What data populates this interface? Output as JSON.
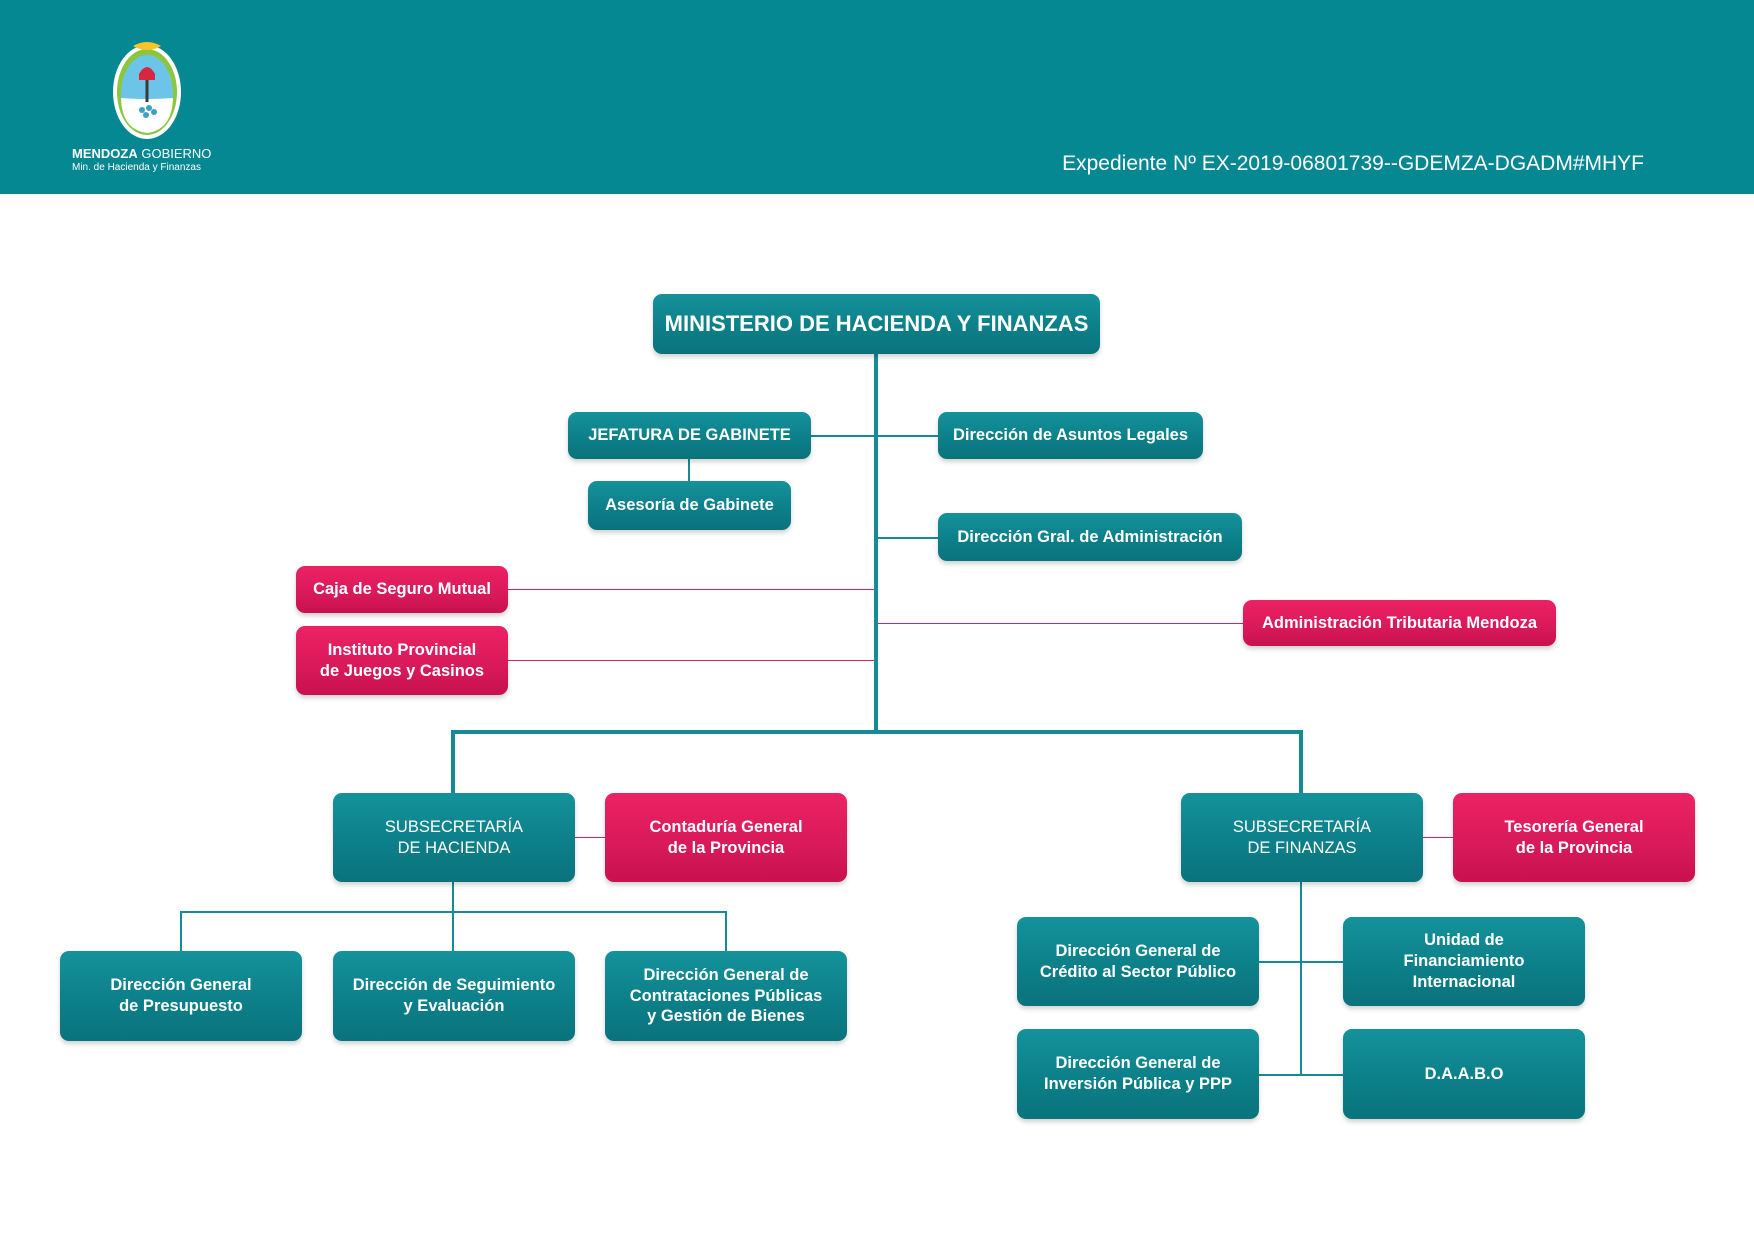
{
  "header": {
    "brand_strong": "MENDOZA",
    "brand_light": "GOBIERNO",
    "brand_sub": "Min. de Hacienda y Finanzas",
    "expediente": "Expediente Nº  EX-2019-06801739--GDEMZA-DGADM#MHYF",
    "background_color": "#058892"
  },
  "chart": {
    "root": "MINISTERIO DE HACIENDA Y FINANZAS",
    "jefatura": "JEFATURA DE  GABINETE",
    "asesoria": "Asesoría de Gabinete",
    "asuntos_legales": "Dirección de Asuntos Legales",
    "gral_administracion": "Dirección Gral. de Administración",
    "caja_seguro": "Caja de Seguro Mutual",
    "instituto_juegos_l1": "Instituto Provincial",
    "instituto_juegos_l2": "de Juegos y Casinos",
    "atm": "Administración Tributaria Mendoza",
    "sub_hacienda_l1": "SUBSECRETARÍA",
    "sub_hacienda_l2": "DE HACIENDA",
    "contaduria_l1": "Contaduría General",
    "contaduria_l2": "de la Provincia",
    "sub_finanzas_l1": "SUBSECRETARÍA",
    "sub_finanzas_l2": "DE FINANZAS",
    "tesoreria_l1": "Tesorería General",
    "tesoreria_l2": "de la Provincia",
    "presupuesto_l1": "Dirección General",
    "presupuesto_l2": "de Presupuesto",
    "seguimiento_l1": "Dirección  de Seguimiento",
    "seguimiento_l2": "y Evaluación",
    "contrataciones_l1": "Dirección General de",
    "contrataciones_l2": "Contrataciones Públicas",
    "contrataciones_l3": "y Gestión de Bienes",
    "credito_l1": "Dirección General de",
    "credito_l2": "Crédito al  Sector Público",
    "unidad_l1": "Unidad de",
    "unidad_l2": "Financiamiento",
    "unidad_l3": "Internacional",
    "inversion_l1": "Dirección General de",
    "inversion_l2": "Inversión Pública y PPP",
    "daabo": "D.A.A.B.O"
  },
  "colors": {
    "teal": "#0c7e87",
    "pink": "#d8195a"
  }
}
